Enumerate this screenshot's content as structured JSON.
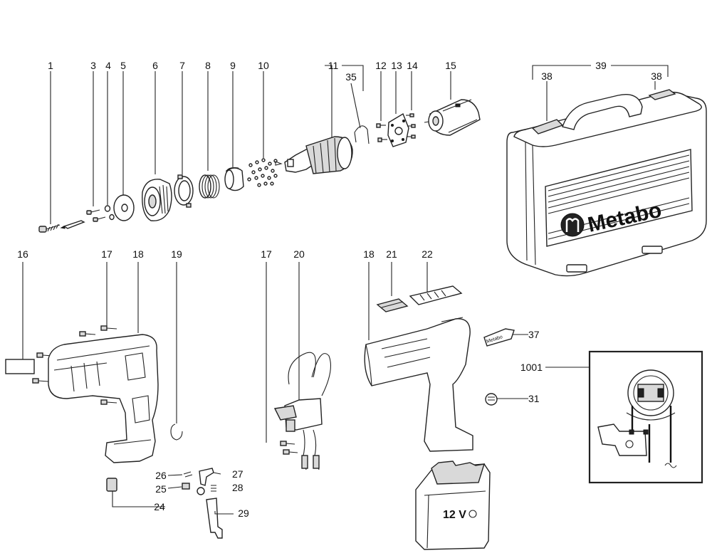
{
  "diagram": {
    "labels": {
      "l1": "1",
      "l3": "3",
      "l4": "4",
      "l5": "5",
      "l6": "6",
      "l7": "7",
      "l8": "8",
      "l9": "9",
      "l10": "10",
      "l11": "11",
      "l35": "35",
      "l12": "12",
      "l13": "13",
      "l14": "14",
      "l15": "15",
      "l39": "39",
      "l38a": "38",
      "l38b": "38",
      "l16": "16",
      "l17a": "17",
      "l18a": "18",
      "l19": "19",
      "l17b": "17",
      "l20": "20",
      "l18b": "18",
      "l21": "21",
      "l22": "22",
      "l37": "37",
      "l1001": "1001",
      "l31": "31",
      "l26": "26",
      "l27": "27",
      "l25": "25",
      "l28": "28",
      "l24": "24",
      "l29": "29"
    },
    "case_brand": "Metabo",
    "badge_text": "Metabo",
    "battery_label": "12 V",
    "colors": {
      "ink": "#222222",
      "fill_grey": "#d9d9d9",
      "case_fill": "#ffffff"
    }
  }
}
